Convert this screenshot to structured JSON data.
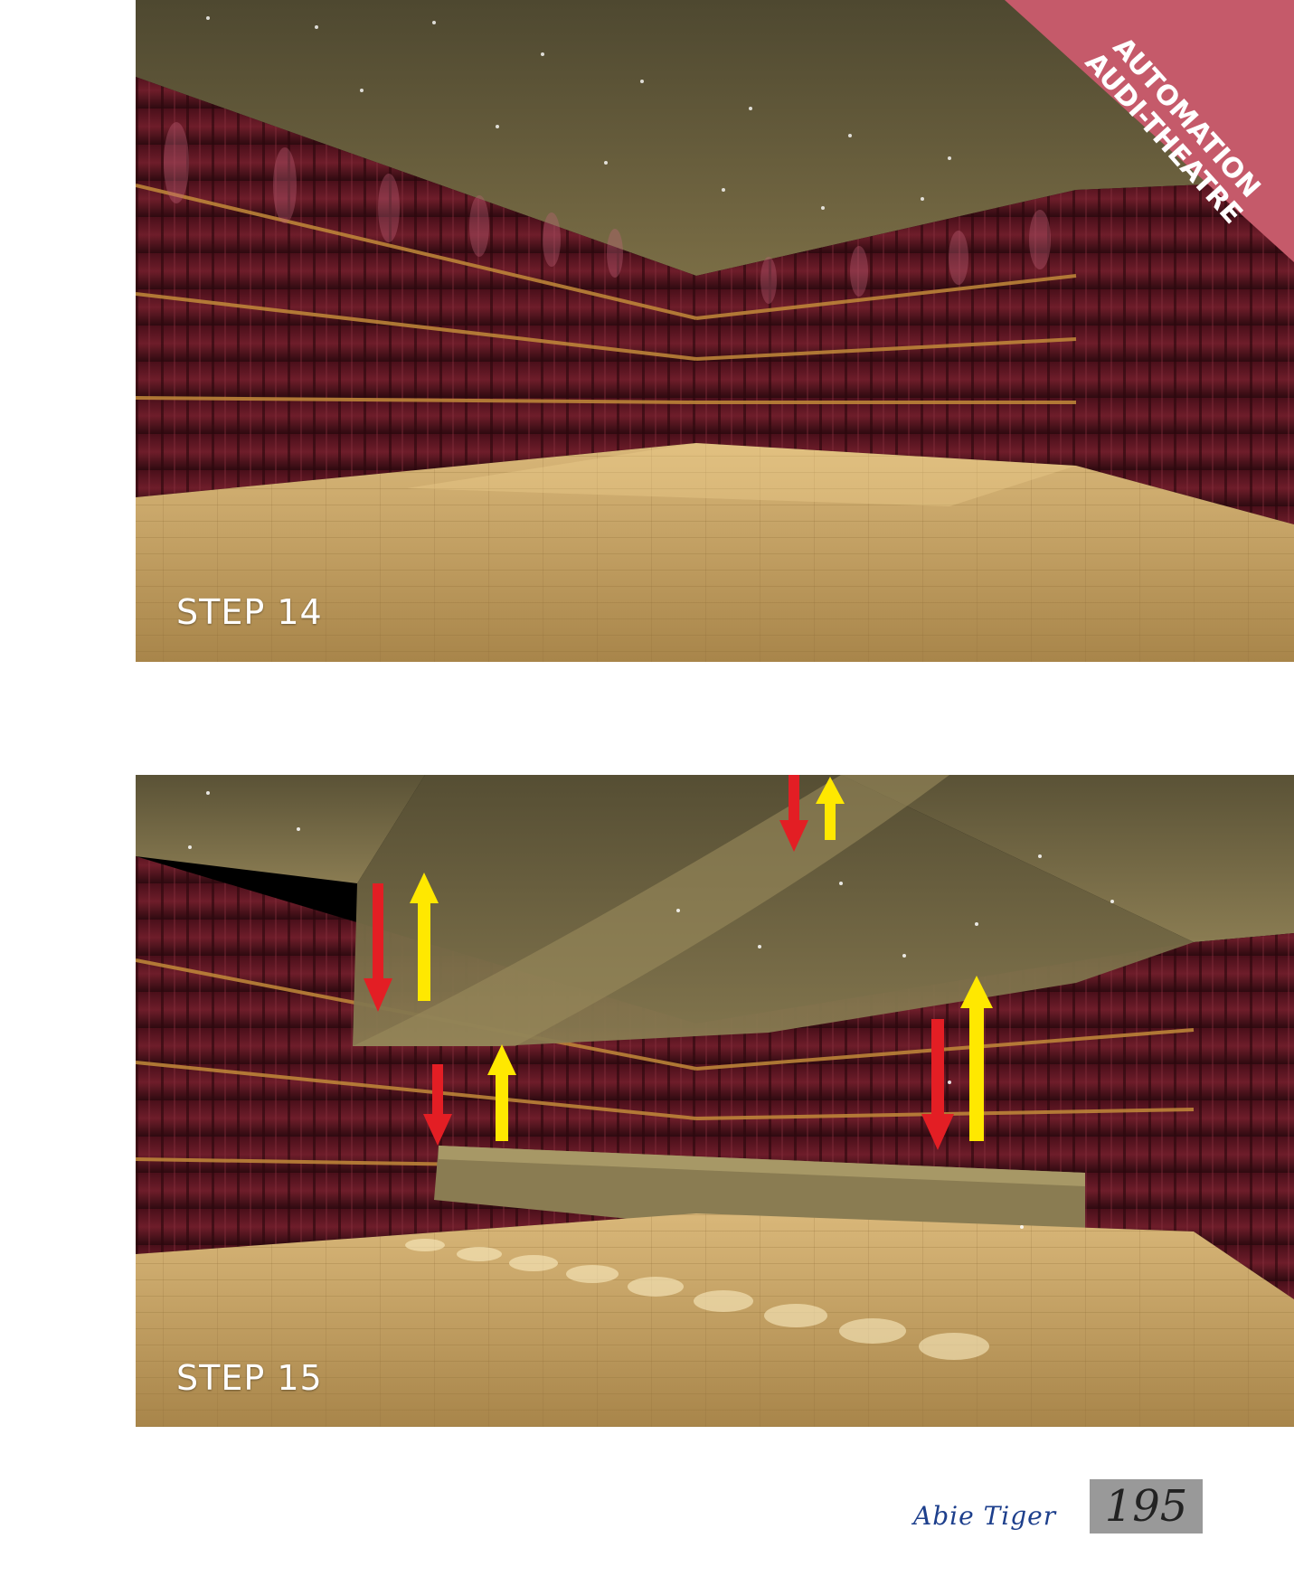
{
  "corner_badge": {
    "line1": "AUTOMATION",
    "line2": "AUDI-THEATRE",
    "color": "#c55a6a"
  },
  "renders": [
    {
      "step_label": "STEP 14"
    },
    {
      "step_label": "STEP 15"
    }
  ],
  "footer": {
    "signature": "Abie Tiger",
    "page_number": "195"
  },
  "colors": {
    "arrow_down": "#e31e24",
    "arrow_up": "#ffe800",
    "curtain": "#5a1520",
    "floor": "#c9a565",
    "ceiling": "#6b6040"
  }
}
